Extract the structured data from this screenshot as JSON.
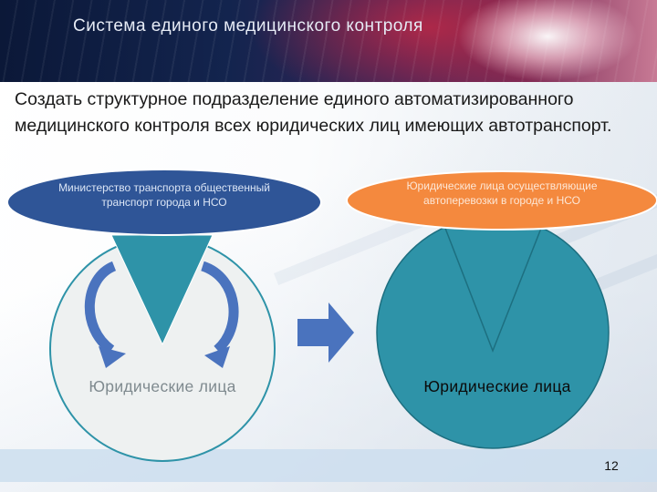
{
  "slide": {
    "title": "Система единого медицинского контроля",
    "subtitle": "Создать структурное подразделение единого автоматизированного медицинского контроля всех юридических лиц имеющих автотранспорт.",
    "page_number": "12"
  },
  "left_group": {
    "oval_text": "Министерство транспорта общественный транспорт города и НСО",
    "circle_label": "Юридические лица",
    "oval_color": "#2f5597",
    "circle_color": "#eef1f1"
  },
  "right_group": {
    "oval_text": "Юридические лица осуществляющие автоперевозки в городе и НСО",
    "circle_label": "Юридические лица",
    "oval_color": "#f4893e",
    "circle_color": "#2e93a8"
  },
  "colors": {
    "teal": "#2e93a8",
    "arrow_blue": "#4a73be",
    "header_dark": "#13244e"
  }
}
